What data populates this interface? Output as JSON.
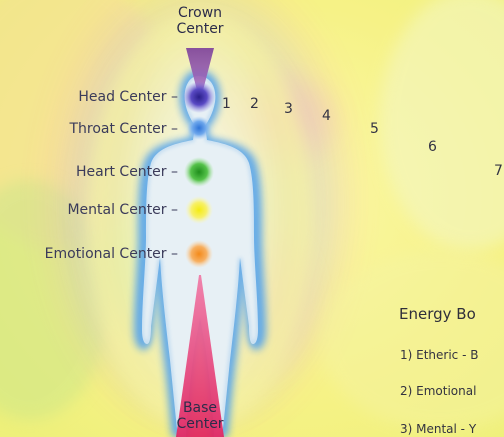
{
  "diagram": {
    "crown_label": [
      "Crown",
      "Center"
    ],
    "base_label": [
      "Base",
      "Center"
    ],
    "left_labels": [
      "Head Center –",
      "Throat Center –",
      "Heart Center –",
      "Mental Center –",
      "Emotional Center –"
    ],
    "layer_numbers": [
      "1",
      "2",
      "3",
      "4",
      "5",
      "6",
      "7"
    ],
    "legend": {
      "title": "Energy Bo",
      "items": [
        "1) Etheric - B",
        "2) Emotional",
        "3) Mental - Y"
      ]
    },
    "colors": {
      "head_chakra": "#4b3fb0",
      "throat_chakra": "#4f8ee0",
      "heart_chakra": "#2fa32a",
      "mental_chakra": "#f2ea2e",
      "emotional_chakra": "#f7962e",
      "crown_beam": "#8a4aa0",
      "base_beam": "#e0306a",
      "body_glow": "#3d8fe0"
    }
  }
}
